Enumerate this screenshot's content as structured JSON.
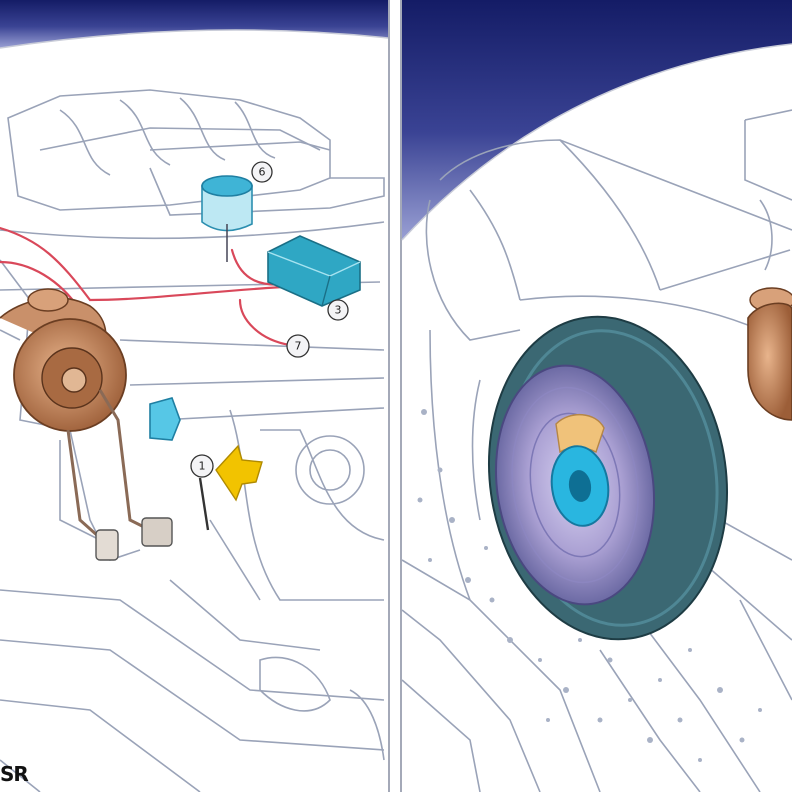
{
  "callouts": {
    "c6": "6",
    "c3": "3",
    "c7": "7",
    "c1": "1"
  },
  "corner_mark": "SR",
  "colors": {
    "sky_dark": "#141c66",
    "sky_light": "#7f86c4",
    "line": "#9aa3b8",
    "hose": "#d9485a",
    "reservoir": "#3fb4d6",
    "module": "#2fa7c4",
    "bracket": "#b87d55",
    "indicator": "#f2c300",
    "tire": "#2f5560",
    "hub": "#29b6e0",
    "divider": "#a4a9b8"
  }
}
